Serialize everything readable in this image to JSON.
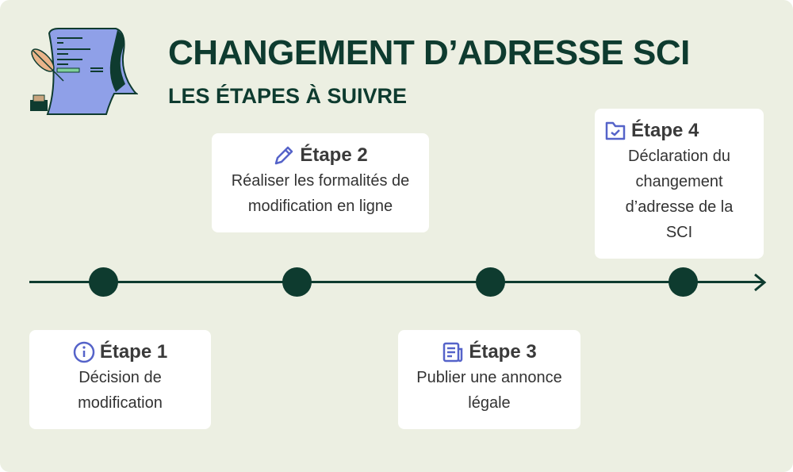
{
  "title": "CHANGEMENT D’ADRESSE SCI",
  "subtitle": "LES ÉTAPES À SUIVRE",
  "colors": {
    "background": "#ecefe2",
    "dark": "#0e3b2f",
    "accent": "#5563c9"
  },
  "steps": [
    {
      "label": "Étape 1",
      "text": "Décision de modification",
      "icon": "info-icon"
    },
    {
      "label": "Étape 2",
      "text": "Réaliser les formalités de modification en ligne",
      "icon": "pencil-icon"
    },
    {
      "label": "Étape 3",
      "text": "Publier une annonce légale",
      "icon": "document-icon"
    },
    {
      "label": "Étape 4",
      "text": "Déclaration du changement d’adresse de la SCI",
      "icon": "folder-check-icon"
    }
  ]
}
